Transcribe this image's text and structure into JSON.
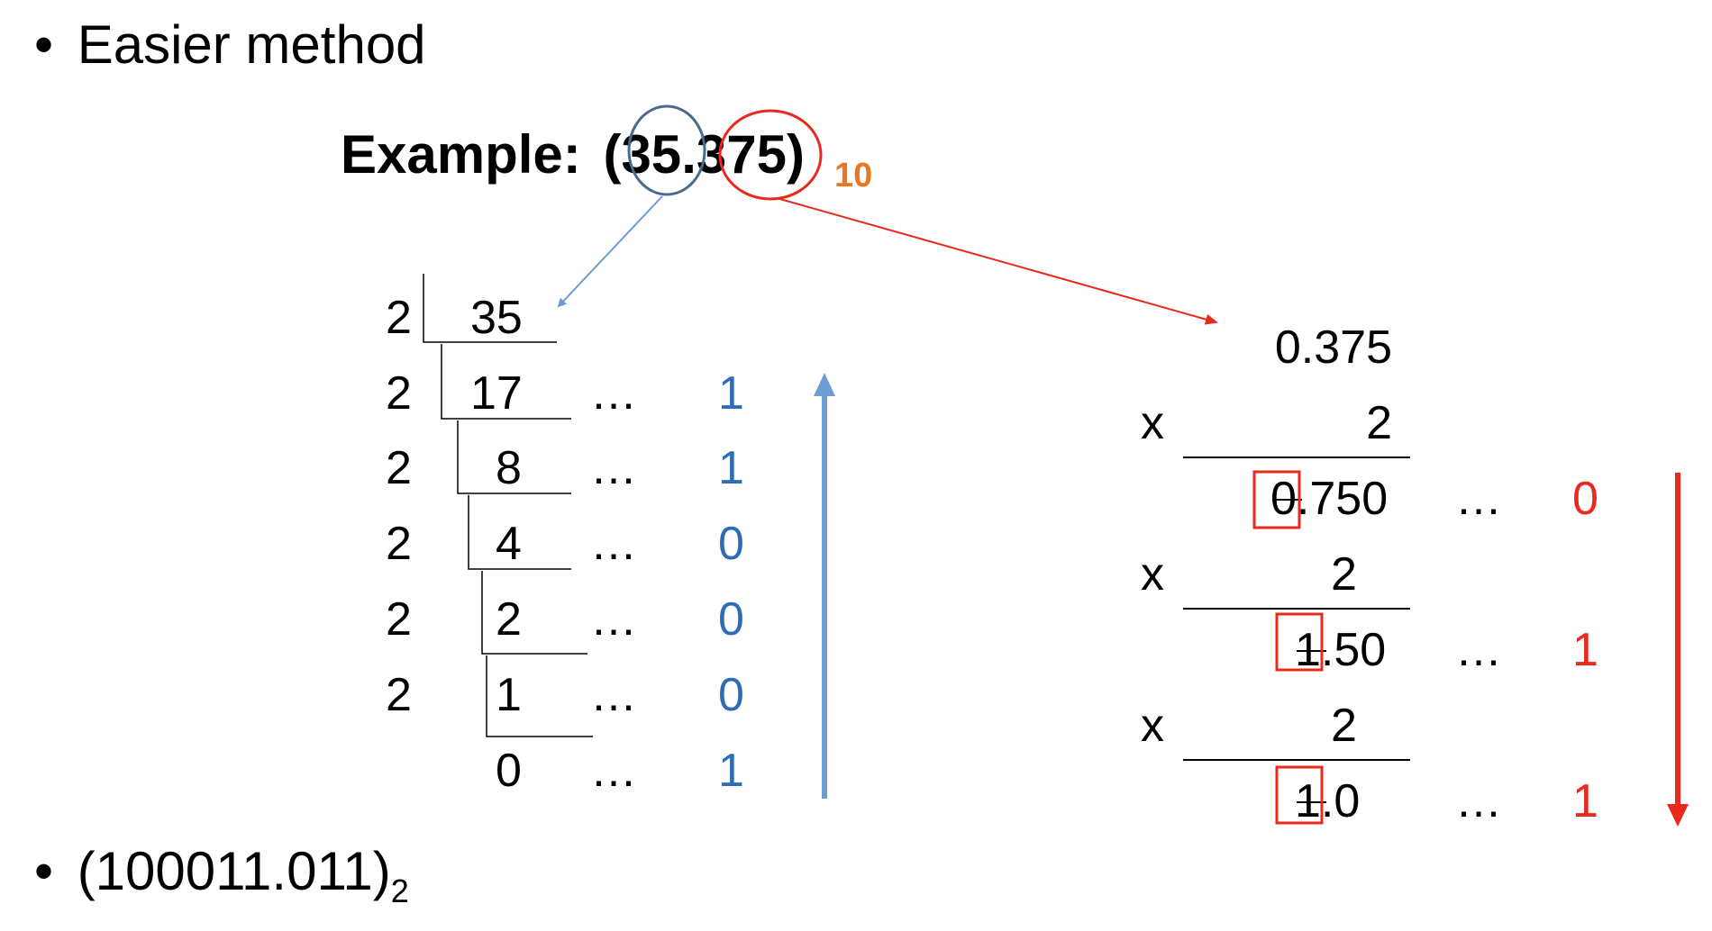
{
  "bullets": {
    "first": "Easier method",
    "second_main": "(100011.011)",
    "second_sub": "2",
    "bullet_char": "•"
  },
  "example": {
    "label": "Example:",
    "open_paren": "(",
    "integer_part": "35",
    "dot": ".",
    "fraction_part": "375",
    "close_paren": ")",
    "base": "10"
  },
  "division": {
    "divisors": [
      "2",
      "2",
      "2",
      "2",
      "2",
      "2"
    ],
    "quotients": [
      "35",
      "17",
      "8",
      "4",
      "2",
      "1",
      "0"
    ],
    "dots": [
      "…",
      "…",
      "…",
      "…",
      "…",
      "…"
    ],
    "remainders": [
      "1",
      "1",
      "0",
      "0",
      "0",
      "1"
    ]
  },
  "multiplication": {
    "start": "0.375",
    "times": [
      "x",
      "x",
      "x"
    ],
    "multipliers": [
      "2",
      "2",
      "2"
    ],
    "results": [
      {
        "digit": "0",
        "rest": ".750"
      },
      {
        "digit": "1",
        "rest": ".50"
      },
      {
        "digit": "1",
        "rest": ".0"
      }
    ],
    "dots": [
      "…",
      "…",
      "…"
    ],
    "bits": [
      "0",
      "1",
      "1"
    ]
  },
  "colors": {
    "blue_text": "#2e6db6",
    "blue_arrow": "#6d9bd3",
    "blue_circle": "#4a6b8a",
    "red": "#e8291c",
    "orange": "#e87722"
  }
}
